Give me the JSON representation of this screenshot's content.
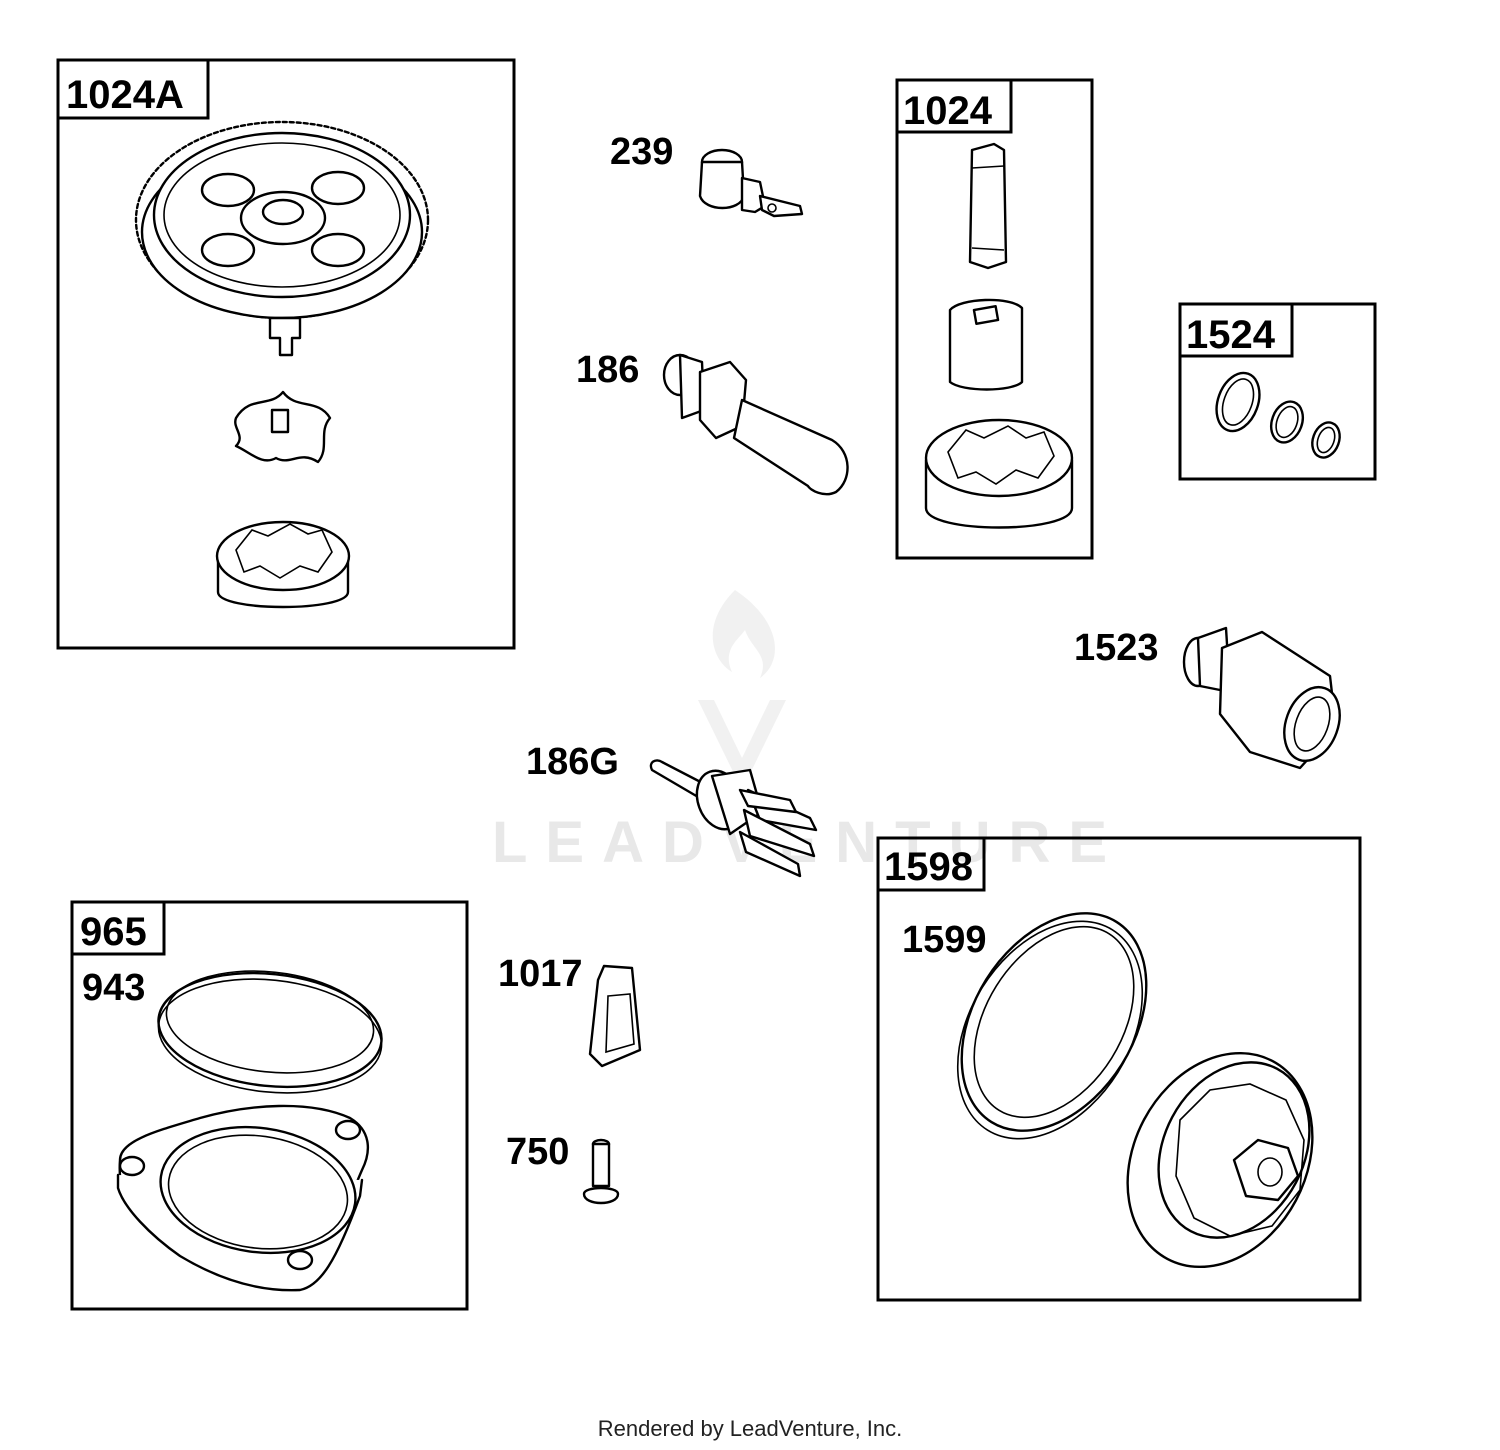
{
  "kits": [
    {
      "id": "kit-1024a",
      "label": "1024A"
    },
    {
      "id": "kit-1024",
      "label": "1024"
    },
    {
      "id": "kit-1524",
      "label": "1524"
    },
    {
      "id": "kit-965",
      "label": "965"
    },
    {
      "id": "kit-1598",
      "label": "1598"
    }
  ],
  "parts": [
    {
      "id": "part-239",
      "label": "239"
    },
    {
      "id": "part-186",
      "label": "186"
    },
    {
      "id": "part-1523",
      "label": "1523"
    },
    {
      "id": "part-186g",
      "label": "186G"
    },
    {
      "id": "part-943",
      "label": "943"
    },
    {
      "id": "part-1017",
      "label": "1017"
    },
    {
      "id": "part-750",
      "label": "750"
    },
    {
      "id": "part-1599",
      "label": "1599"
    }
  ],
  "watermark": "LEADVENTURE",
  "footer": "Rendered by LeadVenture, Inc."
}
